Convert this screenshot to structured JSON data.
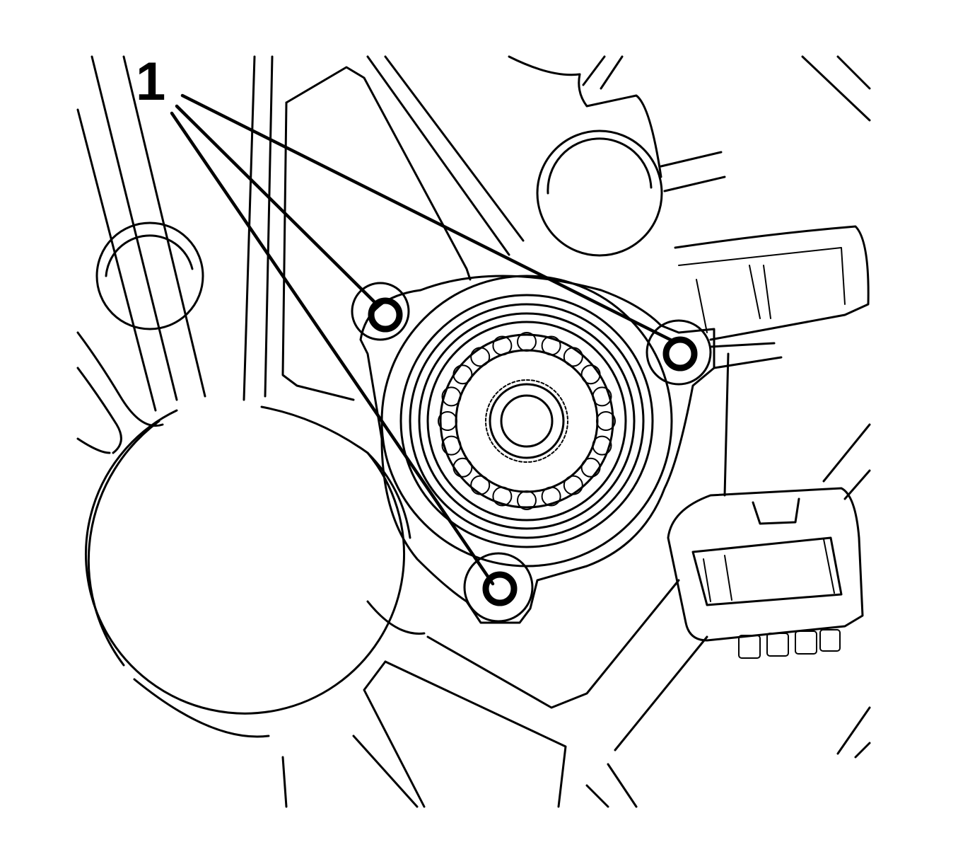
{
  "callouts": [
    {
      "label": "1",
      "targets": [
        "upper-left-bolt",
        "right-bolt",
        "lower-bolt"
      ]
    }
  ]
}
